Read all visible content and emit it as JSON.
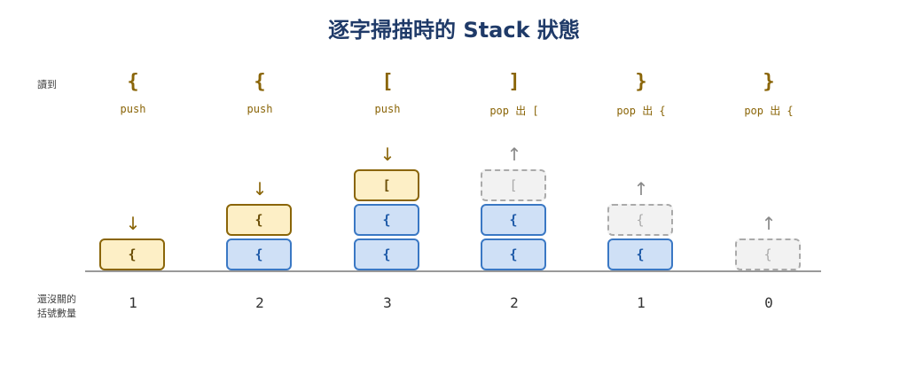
{
  "title": "逐字掃描時的 Stack 狀態",
  "labels": {
    "read": "讀到",
    "remaining": "還沒關的\n括號數量"
  },
  "steps": [
    {
      "char": "{",
      "action": "push",
      "count": "1",
      "stack": [
        {
          "text": "{",
          "style": "yellow"
        }
      ],
      "arrow": "down"
    },
    {
      "char": "{",
      "action": "push",
      "count": "2",
      "stack": [
        {
          "text": "{",
          "style": "blue"
        },
        {
          "text": "{",
          "style": "yellow"
        }
      ],
      "arrow": "down"
    },
    {
      "char": "[",
      "action": "push",
      "count": "3",
      "stack": [
        {
          "text": "{",
          "style": "blue"
        },
        {
          "text": "{",
          "style": "blue"
        },
        {
          "text": "[",
          "style": "yellow"
        }
      ],
      "arrow": "down"
    },
    {
      "char": "]",
      "action": "pop 出 [",
      "count": "2",
      "stack": [
        {
          "text": "{",
          "style": "blue"
        },
        {
          "text": "{",
          "style": "blue"
        },
        {
          "text": "[",
          "style": "ghost"
        }
      ],
      "arrow": "up"
    },
    {
      "char": "}",
      "action": "pop 出 {",
      "count": "1",
      "stack": [
        {
          "text": "{",
          "style": "blue"
        },
        {
          "text": "{",
          "style": "ghost"
        }
      ],
      "arrow": "up"
    },
    {
      "char": "}",
      "action": "pop 出 {",
      "count": "0",
      "stack": [
        {
          "text": "{",
          "style": "ghost"
        }
      ],
      "arrow": "up"
    }
  ],
  "colors": {
    "title": "#1f3a68",
    "push": "#8a6508",
    "blue_fill": "#cfe0f6",
    "blue_border": "#3a78c4",
    "yellow_fill": "#fdefc6",
    "ghost_fill": "#f2f2f2"
  }
}
